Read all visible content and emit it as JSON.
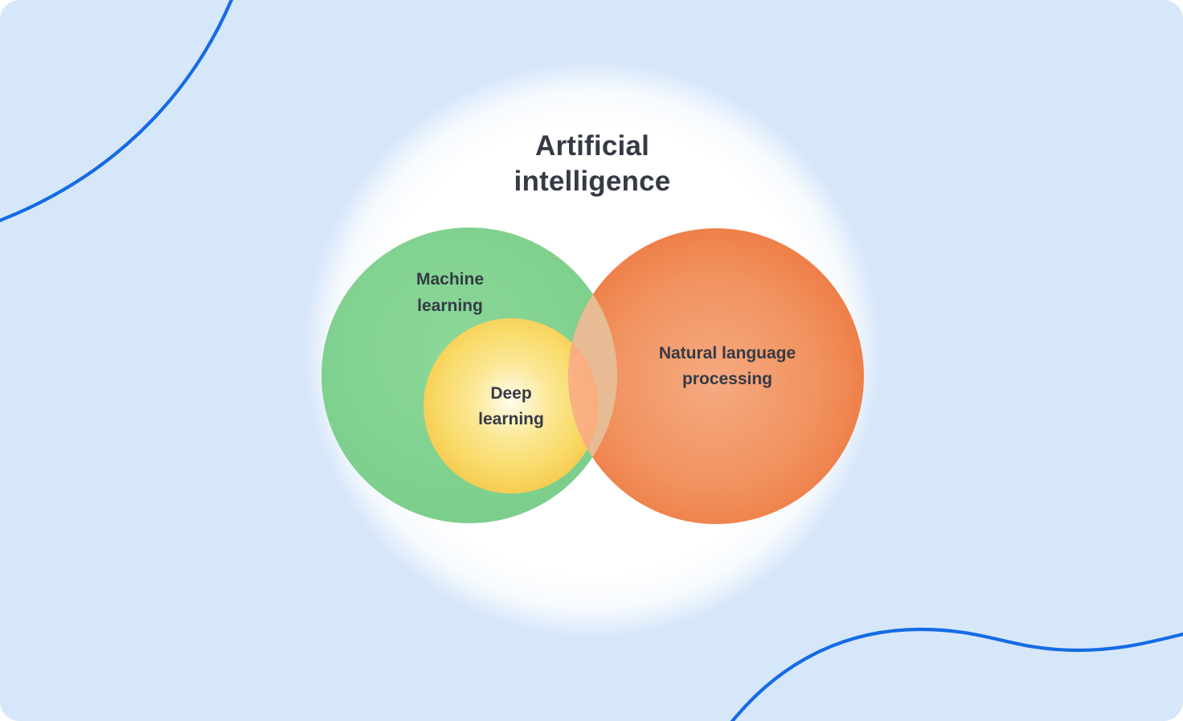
{
  "diagram": {
    "type": "venn",
    "title": "Artificial intelligence",
    "sets": [
      {
        "id": "machine-learning",
        "label": "Machine learning",
        "color": "#7CCE8B",
        "contains": [
          "deep-learning"
        ]
      },
      {
        "id": "deep-learning",
        "label": "Deep learning",
        "color": "#F6C94E",
        "parent": "machine-learning"
      },
      {
        "id": "natural-language-processing",
        "label": "Natural language processing",
        "color": "#EE7B44",
        "overlaps": [
          "machine-learning",
          "deep-learning"
        ]
      }
    ],
    "outer_set": "Artificial intelligence"
  },
  "colors": {
    "card_background": "#D7E7FA",
    "outer_circle": "#FFFFFF",
    "green_circle_edge": "#7CCE8B",
    "green_circle_center": "#8BD899",
    "yellow_circle_edge": "#F6C94E",
    "yellow_circle_center": "#FFFCEE",
    "orange_circle_edge": "#EE7B44",
    "orange_circle_center": "#F5AA81",
    "overlap_green_orange": "#E7BB93",
    "overlap_yellow_orange": "#FBB488",
    "decorative_line": "#146BE5",
    "text": "#363A45"
  }
}
